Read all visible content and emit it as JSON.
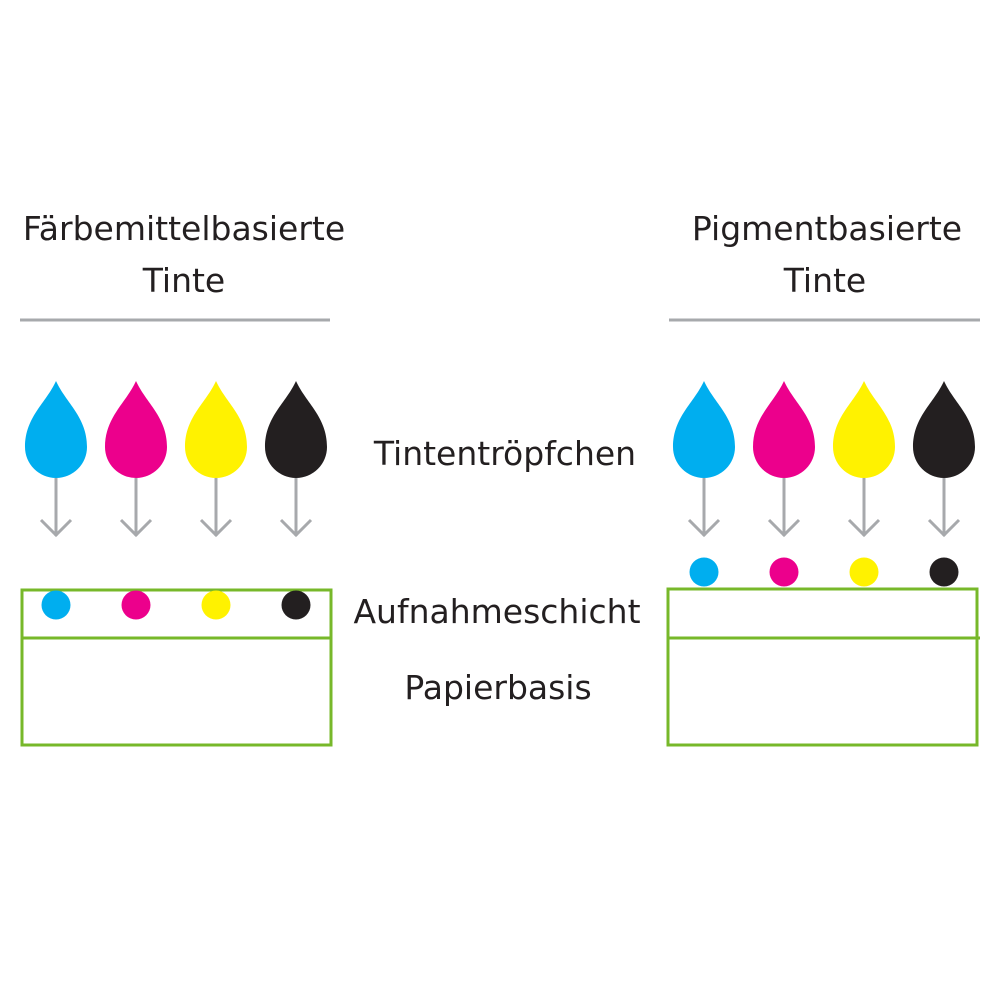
{
  "left": {
    "title_line1": "Färbemittelbasierte",
    "title_line2": "Tinte"
  },
  "right": {
    "title_line1": "Pigmentbasierte",
    "title_line2": "Tinte"
  },
  "labels": {
    "droplets": "Tintentröpfchen",
    "coating": "Aufnahmeschicht",
    "paper": "Papierbasis"
  },
  "inks": [
    {
      "name": "cyan",
      "color": "#00aeef"
    },
    {
      "name": "magenta",
      "color": "#ec008c"
    },
    {
      "name": "yellow",
      "color": "#fff200"
    },
    {
      "name": "black",
      "color": "#231f20"
    }
  ],
  "colors": {
    "layer_outline": "#77b82a",
    "arrow": "#a7a9ac",
    "rule": "#a7a9ac"
  }
}
